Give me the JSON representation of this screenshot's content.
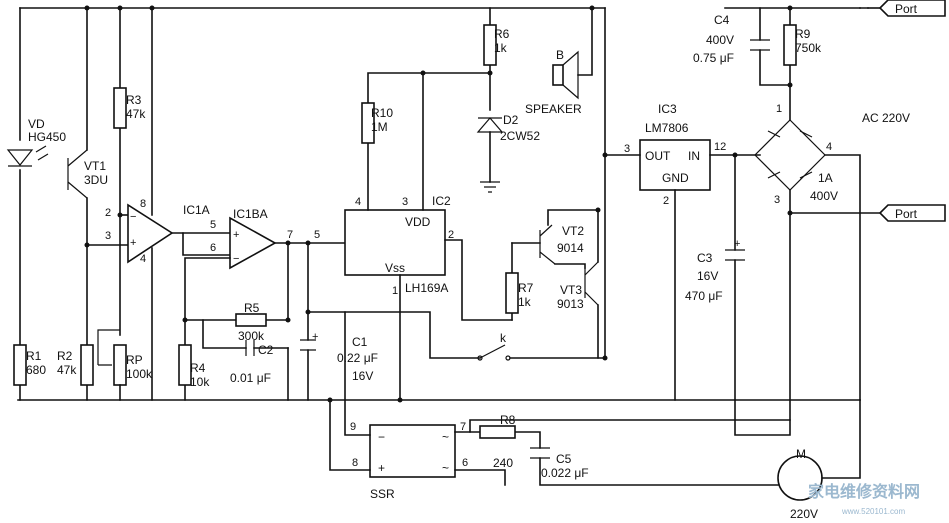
{
  "labels": {
    "port_top": "Port",
    "port_right": "Port",
    "ac": "AC 220V",
    "vd": "VD",
    "vd_part": "HG450",
    "vt1": "VT1",
    "vt1_part": "3DU",
    "r3": "R3",
    "r3_val": "47k",
    "r1": "R1",
    "r1_val": "680",
    "r2": "R2",
    "r2_val": "47k",
    "rp": "RP",
    "rp_val": "100k",
    "ic1a": "IC1A",
    "ic1ba": "IC1BA",
    "r4": "R4",
    "r4_val": "10k",
    "r5": "R5",
    "r5_val": "300k",
    "c2": "C2",
    "c2_val": "0.01 μF",
    "r10": "R10",
    "r10_val": "1M",
    "r6": "R6",
    "r6_val": "1k",
    "d2": "D2",
    "d2_part": "2CW52",
    "speaker_ref": "B",
    "speaker": "SPEAKER",
    "ic2": "IC2",
    "vdd": "VDD",
    "vss": "Vss",
    "ic2_part": "LH169A",
    "c1": "C1",
    "c1_val": "0.22 μF",
    "c1_volt": "16V",
    "r7": "R7",
    "r7_val": "1k",
    "vt2": "VT2",
    "vt2_part": "9014",
    "vt3": "VT3",
    "vt3_part": "9013",
    "k": "k",
    "ic3": "IC3",
    "ic3_part": "LM7806",
    "ic3_out": "OUT",
    "ic3_in": "IN",
    "ic3_gnd": "GND",
    "c3": "C3",
    "c3_volt": "16V",
    "c3_val": "470 μF",
    "c4": "C4",
    "c4_volt": "400V",
    "c4_val": "0.75 μF",
    "r9": "R9",
    "r9_val": "750k",
    "bridge_rating1": "1A",
    "bridge_rating2": "400V",
    "ssr": "SSR",
    "ssr_minus": "−",
    "ssr_plus": "+",
    "ssr_ac1": "~",
    "ssr_ac2": "~",
    "r8": "R8",
    "r8_val": "240",
    "c5": "C5",
    "c5_val": "0.022 μF",
    "motor": "M",
    "motor_volt": "220V",
    "plus": "+",
    "minus": "−",
    "watermark": "家电维修资料网",
    "watermark_url": "www.520101.com"
  },
  "pins": {
    "op1_2": "2",
    "op1_3": "3",
    "op1_8": "8",
    "op1_4": "4",
    "op2_5": "5",
    "op2_6": "6",
    "op2_7": "7",
    "ic2_5": "5",
    "ic2_4": "4",
    "ic2_3": "3",
    "ic2_2": "2",
    "ic2_1": "1",
    "ic3_3": "3",
    "ic3_12": "12",
    "ic3_2": "2",
    "br_1": "1",
    "br_3": "3",
    "br_4": "4",
    "ssr_9": "9",
    "ssr_8": "8",
    "ssr_7": "7",
    "ssr_6": "6"
  }
}
